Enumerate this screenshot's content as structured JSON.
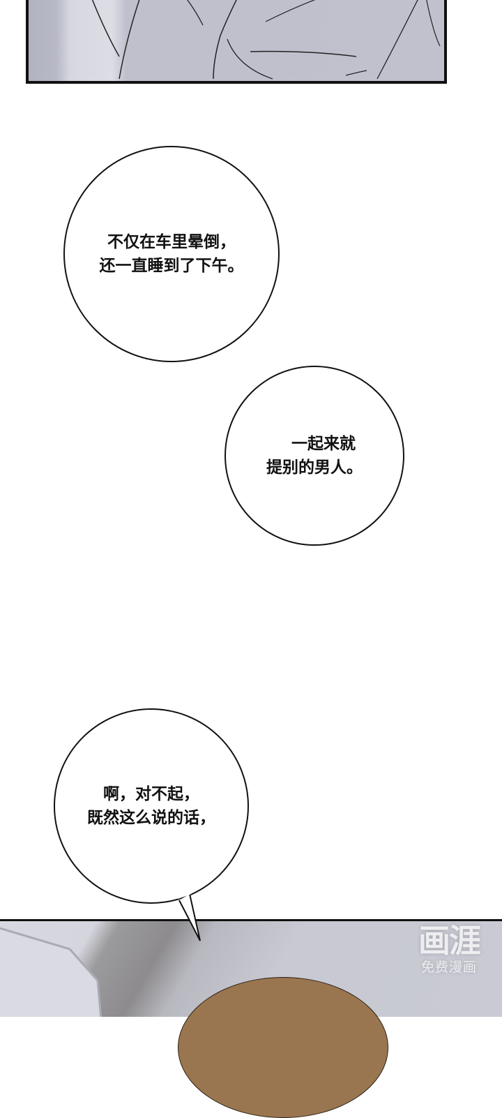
{
  "comic": {
    "top_panel": {
      "description": "gray line-art panel showing shirt folds",
      "background": "#c0c1cd"
    },
    "bubbles": [
      {
        "lines": [
          "不仅在车里晕倒，",
          "还一直睡到了下午。"
        ]
      },
      {
        "lines": [
          "一起来就",
          "提别的男人。"
        ]
      },
      {
        "lines": [
          "啊，对不起，",
          "既然这么说的话，"
        ]
      }
    ],
    "bottom_panel": {
      "description": "gray room corner with top of brown-haired head",
      "hair_color": "#9a7650"
    },
    "watermark": {
      "logo": "画涯",
      "subtitle": "免费漫画"
    }
  }
}
